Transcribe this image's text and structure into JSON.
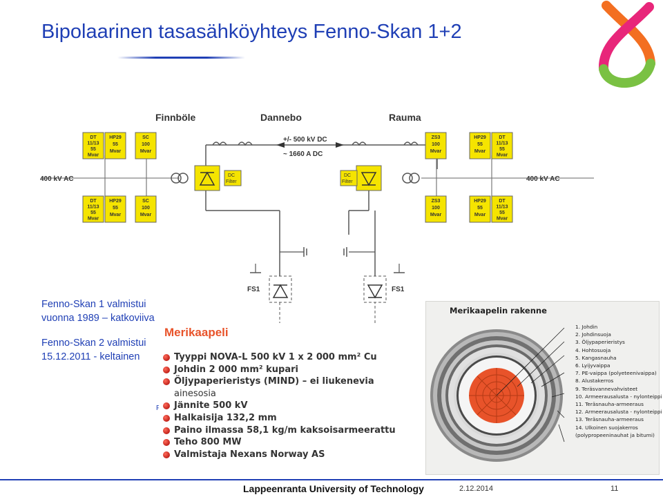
{
  "slide": {
    "title": "Bipolaarinen tasasähköyhteys Fenno-Skan 1+2",
    "page_number": "11",
    "date": "2.12.2014",
    "footer_university": "Lappeenranta University of Technology"
  },
  "diagram": {
    "stations": [
      "Finnböle",
      "Dannebo",
      "Rauma"
    ],
    "dc_voltage": "+/- 500 kV DC",
    "dc_current": "~ 1660 A DC",
    "ac_left": "400 kV AC",
    "ac_right": "400 kV AC",
    "dc_filter_line1": "DC",
    "dc_filter_line2": "Filter",
    "fs1_label": "FS1",
    "left_boxes_top": [
      [
        "DT",
        "11/13",
        "55",
        "Mvar"
      ],
      [
        "HP29",
        "55",
        "Mvar"
      ],
      [
        "SC",
        "100",
        "Mvar"
      ]
    ],
    "left_boxes_bottom": [
      [
        "DT",
        "11/13",
        "55",
        "Mvar"
      ],
      [
        "HP29",
        "55",
        "Mvar"
      ],
      [
        "SC",
        "100",
        "Mvar"
      ]
    ],
    "right_boxes_top": [
      [
        "ZS3",
        "100",
        "Mvar"
      ],
      [
        "HP29",
        "55",
        "Mvar"
      ],
      [
        "DT",
        "11/13",
        "55",
        "Mvar"
      ]
    ],
    "right_boxes_bottom": [
      [
        "ZS3",
        "100",
        "Mvar"
      ],
      [
        "HP29",
        "55",
        "Mvar"
      ],
      [
        "DT",
        "11/13",
        "55",
        "Mvar"
      ]
    ]
  },
  "notes": {
    "fs1_line1": "Fenno-Skan 1 valmistui",
    "fs1_line2": "vuonna 1989 – katkoviiva",
    "fs2_line1": "Fenno-Skan 2 valmistui",
    "fs2_line2": "15.12.2011 - keltainen",
    "stray_letter": "F"
  },
  "cable": {
    "heading": "Merikaapeli",
    "specs": [
      "Tyyppi NOVA-L 500 kV 1 x 2 000 mm² Cu",
      "Johdin 2 000 mm² kupari",
      "Öljypaperieristys (MIND) – ei liukenevia",
      "ainesosia",
      "Jännite 500 kV",
      "Halkaisija 132,2 mm",
      "Paino ilmassa 58,1 kg/m kaksoisarmeerattu",
      "Teho 800 MW",
      "Valmistaja Nexans Norway AS"
    ]
  },
  "cross_section": {
    "title": "Merikaapelin rakenne",
    "layers": [
      "1. Johdin",
      "2. Johdinsuoja",
      "3. Öljypaperieristys",
      "4. Hohtosuoja",
      "5. Kangasnauha",
      "6. Lyijyvaippa",
      "7. PE-vaippa (polyeteenivaippa)",
      "8. Alustakerros",
      "9. Teräsvannevahvisteet",
      "10. Armeerausalusta - nylonteippi",
      "11. Teräsnauha-armeeraus",
      "12. Armeerausalusta - nylonteippi",
      "13. Teräsnauha-armeeraus",
      "14. Ulkoinen suojakerros",
      "(polypropeenin­auhat ja bitumi)"
    ]
  },
  "colors": {
    "title_blue": "#1f3fb5",
    "station_yellow": "#f5e400",
    "heading_orange": "#e8532a",
    "bullet_red": "#c0211a",
    "conductor_orange": "#e8532a"
  }
}
